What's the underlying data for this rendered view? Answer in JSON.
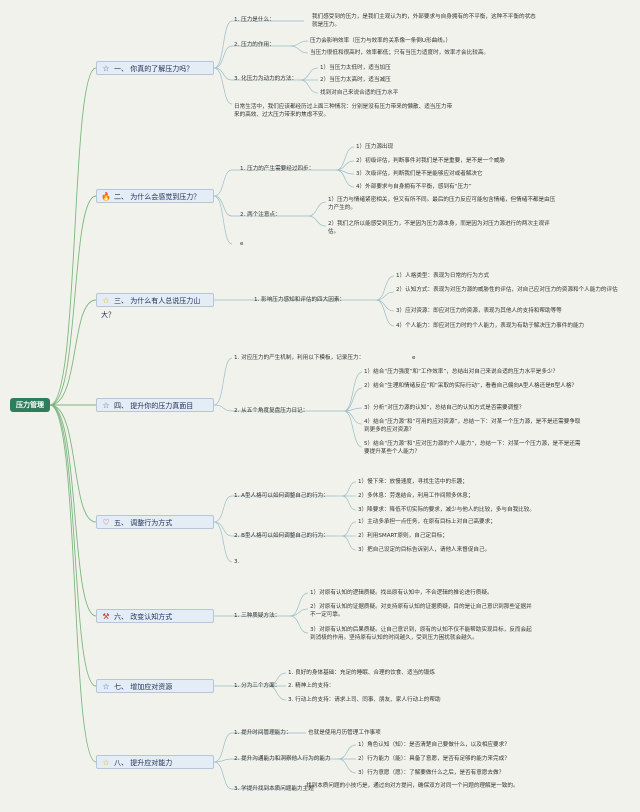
{
  "root": "压力管理",
  "branches": [
    {
      "icon": "☆",
      "icon_name": "star-icon",
      "icon_color": "#2f6fb5",
      "label": "一、 你真的了解压力吗？"
    },
    {
      "icon": "🔥",
      "icon_name": "fire-icon",
      "icon_color": "#e0561f",
      "label": "二、 为什么会感觉到压力？"
    },
    {
      "icon": "☆",
      "icon_name": "star-icon",
      "icon_color": "#e6b800",
      "label": "三、 为什么有人总说压力山大？"
    },
    {
      "icon": "☆",
      "icon_name": "star-icon",
      "icon_color": "#2f6fb5",
      "label": "四、 提升你的压力真面目"
    },
    {
      "icon": "♡",
      "icon_name": "heart-icon",
      "icon_color": "#d9304a",
      "label": "五、 调整行为方式"
    },
    {
      "icon": "⚒",
      "icon_name": "tools-icon",
      "icon_color": "#c0392b",
      "label": "六、 改变认知方式"
    },
    {
      "icon": "☆",
      "icon_name": "star-icon",
      "icon_color": "#2f6fb5",
      "label": "七、 增加应对资源"
    },
    {
      "icon": "☆",
      "icon_name": "star-icon",
      "icon_color": "#e6b800",
      "label": "八、 提升应对能力"
    }
  ],
  "nodes": {
    "b1_1": "1. 压力是什么：",
    "b1_1a": "我们感受到的压力，是我们主观认为的，外部要求与自身拥有的不平衡，这种不平衡的状态就是压力。",
    "b1_2": "2. 压力的作用：",
    "b1_2a": "压力会影响效率（压力与效率的关系像一条倒U形曲线。）",
    "b1_2b": "当压力很低和很高时，效率都低；只有当压力适度时，效率才会比较高。",
    "b1_3": "3. 化压力为动力的方法：",
    "b1_3a": "1）当压力太低时，适当加压",
    "b1_3b": "2）当压力太高时，适当减压",
    "b1_3c": "找到对自己来说合适的压力水平",
    "b1_4": "日常生活中，我们应该都经历过上面三种情况：分别是没有压力带来的懒散、适当压力带来的高效、过大压力带来的焦虑不安。",
    "b2_1": "1. 压力的产生需要经过四步：",
    "b2_1a": "1）压力源出现",
    "b2_1b": "2）初级评估，判断事件对我们是不是重要，是不是一个威胁",
    "b2_1c": "3）次级评估，判断我们是不是能够应对或者解决它",
    "b2_1d": "4）外部要求与自身拥有不平衡，感到有“压力”",
    "b2_2": "2. 两个注意点：",
    "b2_2a": "1）压力与情绪紧密相关，但又有所不同。最后的压力反应可能包含情绪，但情绪不都是由压力产生的。",
    "b2_2b": "2）我们之所以能感受到压力，不是因为压力源本身，而是因为对压力源进行的两次主观评估。",
    "b2_3": "e",
    "b3_1": "1. 影响压力感知和评估的四大因素：",
    "b3_1a": "1）人格类型：表现为日常的行为方式",
    "b3_1b": "2）认知方式：表现为对压力源的威胁性的评估，对自己应对压力的资源和个人能力的评估",
    "b3_1c": "3）应对资源：即应对压力的资源，表现为其他人的支持和帮助等等",
    "b3_1d": "4）个人能力：即应对压力时的个人能力，表现为有助于解决压力事件的能力",
    "b4_1": "1. 对应压力的产生机制，利用以下模板，记录压力：",
    "b4_1e": "e",
    "b4_2": "2. 从五个角度复盘压力日记：",
    "b4_2a": "1）结合“压力强度”和“工作效率”，总结出对自己来说合适的压力水平是多少？",
    "b4_2b": "2）结合“生理和情绪反应”和“采取的实际行动”，看看自己偏向A型人格还是B型人格？",
    "b4_2c": "3）分析“对压力源的认知”，总结自己的认知方式是否需要调整？",
    "b4_2d": "4）结合“压力源”和“可用的应对资源”，总结一下：对某一个压力源，是不是还需要争取到更多的应对资源？",
    "b4_2e": "5）结合“压力源”和“应对压力源的个人能力”，总结一下：对某一个压力源，是不是还需要提升某些个人能力？",
    "b5_1": "1. A型人格可以如何调整自己的行为：",
    "b5_1a": "1）慢下来：放慢速度，寻找生活中的乐趣；",
    "b5_1b": "2）多休息：劳逸结合，利用工作间隙多休息；",
    "b5_1c": "3）降要求：降低不切实际的要求，减少与他人的比较，多与自我比较。",
    "b5_2": "2. B型人格可以如何调整自己的行为：",
    "b5_2a": "1）主动多承担一点任务，在原有目标上对自己高要求；",
    "b5_2b": "2）利用SMART原则，自己定目标；",
    "b5_2c": "3）把自己设定的目标告诉别人，请他人来督促自己。",
    "b5_3": "3.",
    "b6_1": "1. 三种质疑方法：",
    "b6_1a": "1）对原有认知的逻辑质疑。找出原有认知中，不合逻辑的推论进行质疑。",
    "b6_1b": "2）对原有认知的证据质疑。对支持原有认知的证据质疑，目的是让自己意识到那些证据并不一定可靠。",
    "b6_1c": "3）对原有认知的后果质疑。让自己意识到，原有的认知不仅不能帮助实现目标，反而会起到消极的作用。坚持原有认知的时间越久，受到压力困扰就会越久。",
    "b7_1": "1. 分为三个方面：",
    "b7_1a": "1. 良好的身体基础：充足的睡眠、合理的饮食、适当的锻炼",
    "b7_1b": "2. 精神上的支持：",
    "b7_1c": "3. 行动上的支持：请求上司、同事、朋友、家人行动上的帮助",
    "b8_1": "1. 提升时间管理能力：",
    "b8_1a": "也就是使用月历管理工作事项",
    "b8_2": "2. 提升沟通能力和洞察他人行为的能力",
    "b8_2a": "1）角色认知（知）：是否清楚自己要做什么，以及相应要求？",
    "b8_2b": "2）行为能力（能）：具备了意愿，是否有足够的能力来完成？",
    "b8_2c": "3）行为意愿（愿）：了解要做什么之后，是否有意愿去做？",
    "b8_3": "3. 学提升找到本质问题能力主题",
    "b8_3a": "找到本质问题的小技巧是，通过向对方提问，确保双方对同一个问题的理解是一致的。"
  }
}
